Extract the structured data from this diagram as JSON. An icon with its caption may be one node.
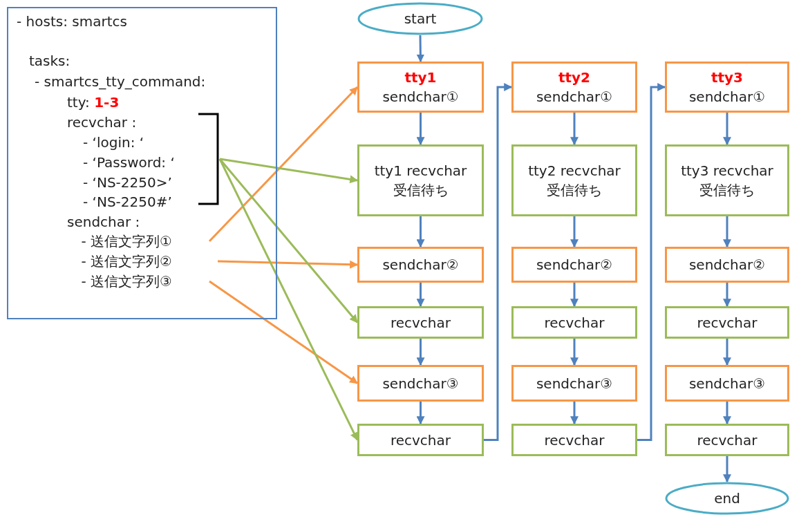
{
  "diagram": {
    "nodes": [
      {
        "text": [
          "- hosts: smartcs",
          "tasks:",
          "-  smartcs_tty_command:",
          "tty: **1-3**",
          "recvchar :",
          "- ‘login: ‘",
          "- ‘Password: ‘",
          "- ‘NS-2250>’",
          "- ‘NS-2250#’",
          "sendchar :"
        ]
      },
      {
        "text": [],
        "shape": "bracket",
        "in": 0
      },
      {
        "text": [
          "- 送信文字列①"
        ],
        "in": 0
      },
      {
        "text": [
          "- 送信文字列②"
        ],
        "in": 0
      },
      {
        "text": [
          "- 送信文字列③"
        ],
        "in": 0
      },
      {
        "text": [
          "start"
        ]
      },
      {
        "text": [
          "tty1",
          "sendchar①"
        ]
      },
      {
        "text": [
          "tty1 recvchar 受信待ち"
        ]
      },
      {
        "text": [
          "sendchar②"
        ]
      },
      {
        "text": [
          "recvchar"
        ]
      },
      {
        "text": [
          "sendchar③"
        ]
      },
      {
        "text": [
          "recvchar"
        ]
      },
      {
        "text": [
          "tty2",
          "sendchar①"
        ]
      },
      {
        "text": [
          "tty2 recvchar 受信待ち"
        ]
      },
      {
        "text": [
          "sendchar②"
        ]
      },
      {
        "text": [
          "recvchar"
        ]
      },
      {
        "text": [
          "sendchar③"
        ]
      },
      {
        "text": [
          "recvchar"
        ]
      },
      {
        "text": [
          "tty3",
          "sendchar①"
        ]
      },
      {
        "text": [
          "tty3 recvchar 受信待ち"
        ]
      },
      {
        "text": [
          "sendchar②"
        ]
      },
      {
        "text": [
          "recvchar"
        ]
      },
      {
        "text": [
          "sendchar③"
        ]
      },
      {
        "text": [
          "recvchar"
        ]
      },
      {
        "text": [
          "end"
        ]
      }
    ],
    "edges": [
      {
        "from": 5,
        "to": 6,
        "arrow": "to"
      },
      {
        "from": 6,
        "to": 7,
        "arrow": "to"
      },
      {
        "from": 7,
        "to": 8,
        "arrow": "to"
      },
      {
        "from": 8,
        "to": 9,
        "arrow": "to"
      },
      {
        "from": 9,
        "to": 10,
        "arrow": "to"
      },
      {
        "from": 10,
        "to": 11,
        "arrow": "to"
      },
      {
        "from": 11,
        "to": 12,
        "arrow": "to"
      },
      {
        "from": 12,
        "to": 13,
        "arrow": "to"
      },
      {
        "from": 13,
        "to": 14,
        "arrow": "to"
      },
      {
        "from": 14,
        "to": 15,
        "arrow": "to"
      },
      {
        "from": 15,
        "to": 16,
        "arrow": "to"
      },
      {
        "from": 16,
        "to": 17,
        "arrow": "to"
      },
      {
        "from": 17,
        "to": 18,
        "arrow": "to"
      },
      {
        "from": 18,
        "to": 19,
        "arrow": "to"
      },
      {
        "from": 19,
        "to": 20,
        "arrow": "to"
      },
      {
        "from": 20,
        "to": 21,
        "arrow": "to"
      },
      {
        "from": 21,
        "to": 22,
        "arrow": "to"
      },
      {
        "from": 22,
        "to": 23,
        "arrow": "to"
      },
      {
        "from": 23,
        "to": 24,
        "arrow": "to"
      },
      {
        "from": 2,
        "to": 6,
        "arrow": "to",
        "color": "#f79646"
      },
      {
        "from": 3,
        "to": 8,
        "arrow": "to",
        "color": "#f79646"
      },
      {
        "from": 4,
        "to": 10,
        "arrow": "to",
        "color": "#f79646"
      },
      {
        "from": 1,
        "to": 7,
        "arrow": "to",
        "color": "#9bbb59"
      },
      {
        "from": 1,
        "to": 9,
        "arrow": "to",
        "color": "#9bbb59"
      },
      {
        "from": 1,
        "to": 11,
        "arrow": "to",
        "color": "#9bbb59"
      }
    ]
  }
}
